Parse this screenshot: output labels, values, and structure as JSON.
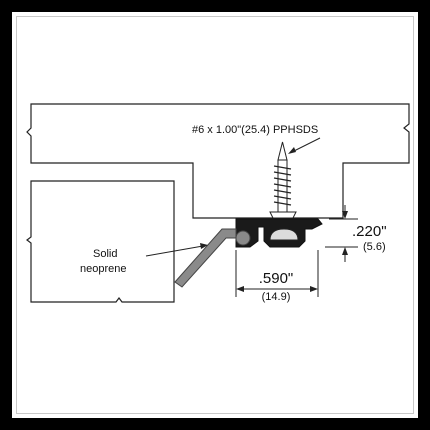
{
  "diagram": {
    "screw_callout": "#6 x 1.00\"(25.4) PPHSDS",
    "seal_label_line1": "Solid",
    "seal_label_line2": "neoprene",
    "width_dim_in": ".590\"",
    "width_dim_mm": "(14.9)",
    "height_dim_in": ".220\"",
    "height_dim_mm": "(5.6)"
  },
  "colors": {
    "frame": "#000000",
    "line": "#222222",
    "seal": "#8a8a8a",
    "profile": "#1a1a1a",
    "screw_head": "#d9d9d9"
  }
}
